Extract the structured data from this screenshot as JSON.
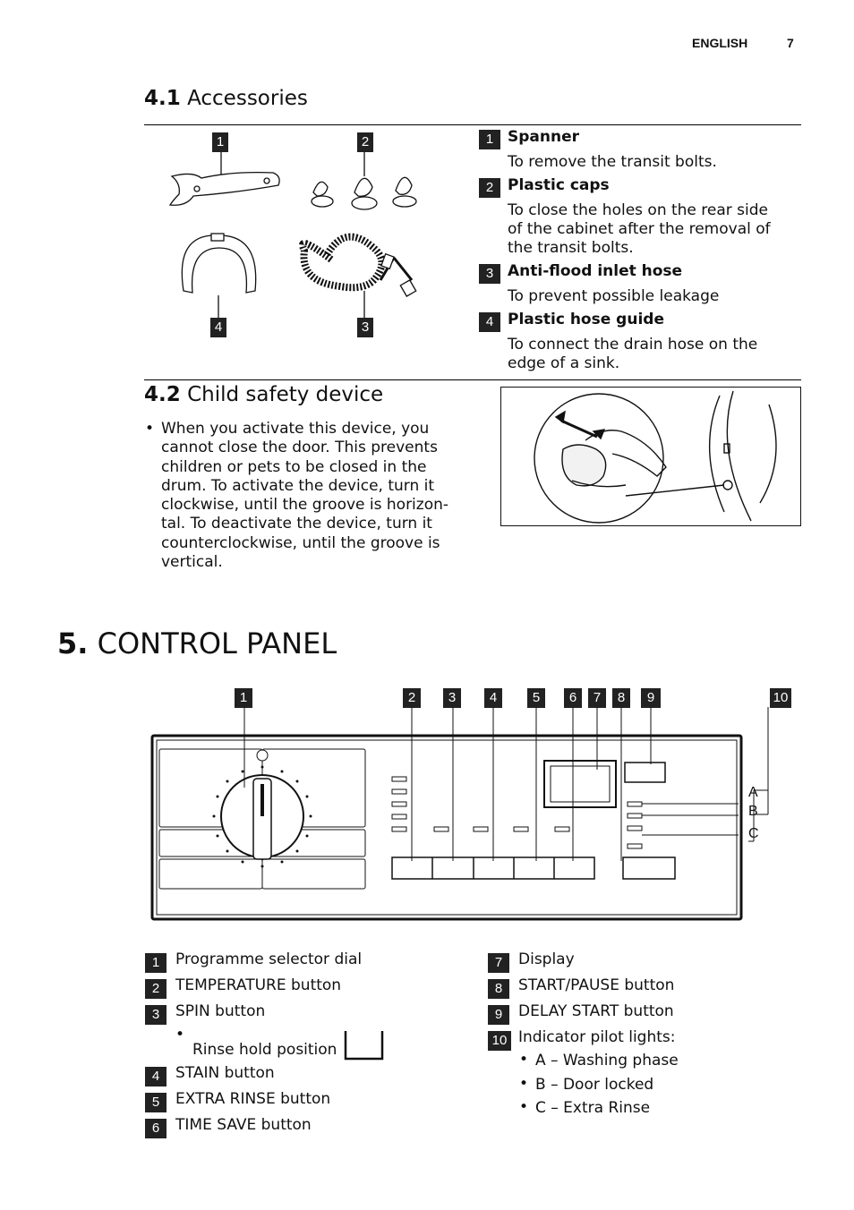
{
  "header": {
    "language": "ENGLISH",
    "page": "7"
  },
  "section41": {
    "num": "4.1",
    "title": "Accessories",
    "fig_labels": [
      "1",
      "2",
      "4",
      "3"
    ],
    "items": [
      {
        "num": "1",
        "title": "Spanner",
        "desc": "To remove the transit bolts."
      },
      {
        "num": "2",
        "title": "Plastic caps",
        "desc": "To close the holes on the rear side of the cabinet after the removal of the transit bolts."
      },
      {
        "num": "3",
        "title": "Anti-flood inlet hose",
        "desc": "To prevent possible leakage"
      },
      {
        "num": "4",
        "title": "Plastic hose guide",
        "desc": "To connect the drain hose on the edge of a sink."
      }
    ]
  },
  "section42": {
    "num": "4.2",
    "title": "Child safety device",
    "bullet": "When you activate this device, you cannot close the door. This prevents children or pets to be closed in the drum. To activate the device, turn it clockwise, until the groove is horizon- tal. To deactivate the device, turn it counterclockwise, until the groove is vertical."
  },
  "section5": {
    "num": "5.",
    "title": "CONTROL PANEL",
    "callouts": [
      "1",
      "2",
      "3",
      "4",
      "5",
      "6",
      "7",
      "8",
      "9",
      "10"
    ],
    "light_labels": [
      "A",
      "B",
      "C"
    ],
    "legend_left": [
      {
        "num": "1",
        "text": "Programme selector dial"
      },
      {
        "num": "2",
        "text": "TEMPERATURE button"
      },
      {
        "num": "3",
        "text": "SPIN button"
      },
      {
        "num": "",
        "text": "Rinse hold position"
      },
      {
        "num": "4",
        "text": "STAIN button"
      },
      {
        "num": "5",
        "text": "EXTRA RINSE button"
      },
      {
        "num": "6",
        "text": "TIME SAVE button"
      }
    ],
    "legend_right": [
      {
        "num": "7",
        "text": "Display"
      },
      {
        "num": "8",
        "text": "START/PAUSE button"
      },
      {
        "num": "9",
        "text": "DELAY START button"
      },
      {
        "num": "10",
        "text": "Indicator pilot lights:"
      }
    ],
    "pilot_lights": [
      "A – Washing phase",
      "B – Door locked",
      "C – Extra Rinse"
    ]
  }
}
